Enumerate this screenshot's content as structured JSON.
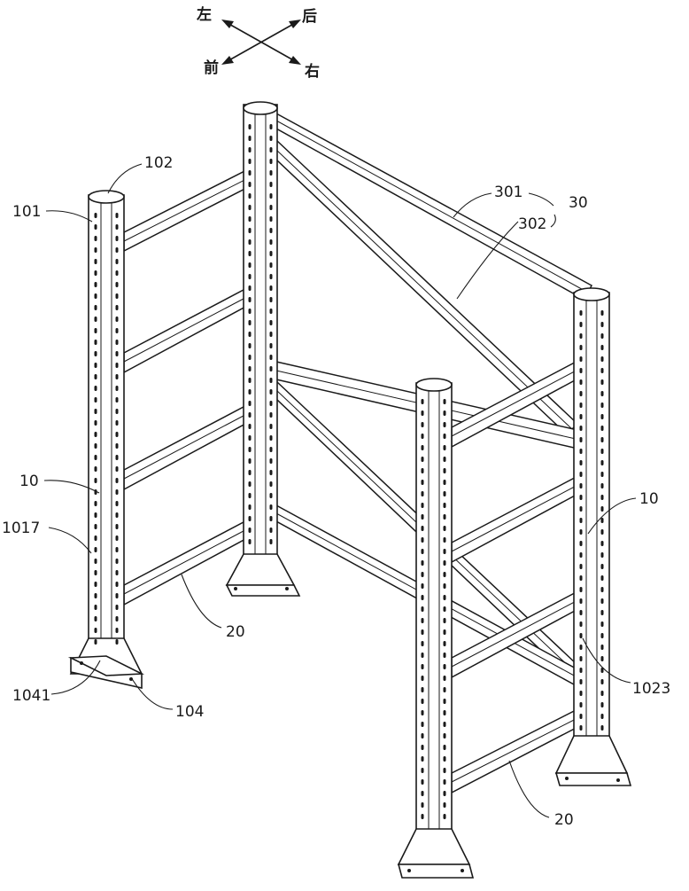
{
  "directions": {
    "left": "左",
    "back": "后",
    "front": "前",
    "right": "右"
  },
  "labels": {
    "l101": "101",
    "l102": "102",
    "l10_left": "10",
    "l1017": "1017",
    "l20_left": "20",
    "l1041": "1041",
    "l104": "104",
    "l301": "301",
    "l30": "30",
    "l302": "302",
    "l10_right": "10",
    "l1023": "1023",
    "l20_right": "20"
  }
}
